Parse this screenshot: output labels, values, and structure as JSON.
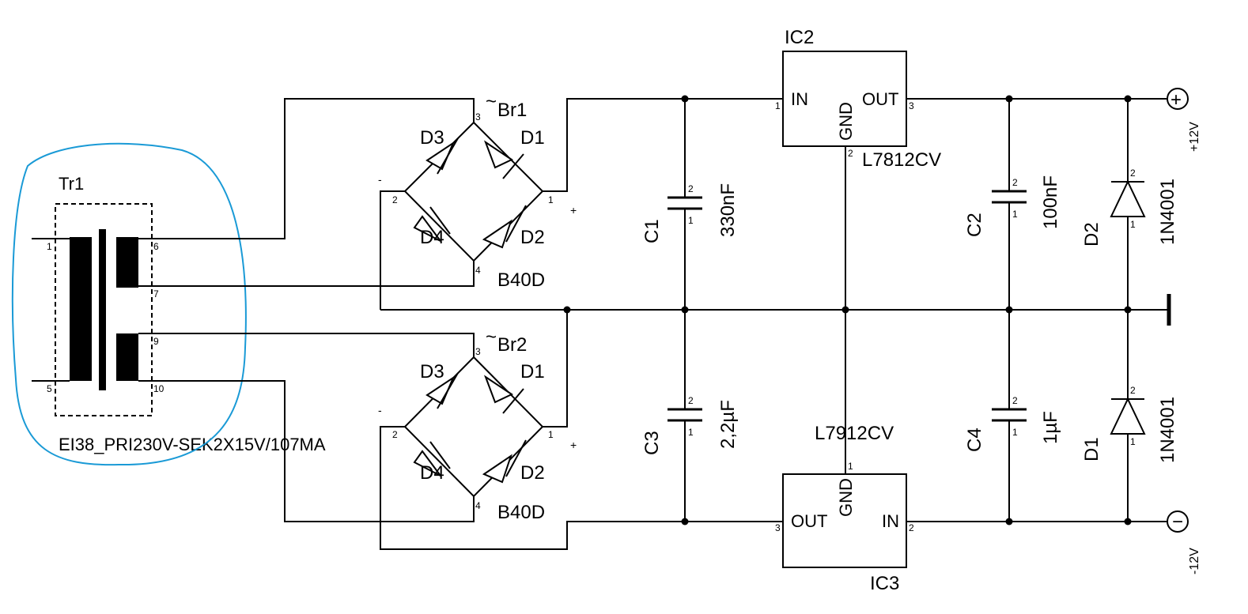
{
  "transformer": {
    "ref": "Tr1",
    "value": "EI38_PRI230V-SEK2X15V/107MA",
    "pins": [
      "1",
      "5",
      "6",
      "7",
      "9",
      "10"
    ]
  },
  "bridges": [
    {
      "ref": "Br1",
      "tilde": "~",
      "value": "B40D",
      "diodes": [
        "D3",
        "D1",
        "D4",
        "D2"
      ],
      "pins": [
        "3",
        "2",
        "1",
        "4"
      ],
      "minus": "-",
      "plus": "+"
    },
    {
      "ref": "Br2",
      "tilde": "~",
      "value": "B40D",
      "diodes": [
        "D3",
        "D1",
        "D4",
        "D2"
      ],
      "pins": [
        "3",
        "2",
        "1",
        "4"
      ],
      "minus": "-",
      "plus": "+"
    }
  ],
  "capacitors": [
    {
      "ref": "C1",
      "value": "330nF",
      "pin_top": "2",
      "pin_bottom": "1"
    },
    {
      "ref": "C3",
      "value": "2,2µF",
      "pin_top": "2",
      "pin_bottom": "1"
    },
    {
      "ref": "C2",
      "value": "100nF",
      "pin_top": "2",
      "pin_bottom": "1"
    },
    {
      "ref": "C4",
      "value": "1µF",
      "pin_top": "2",
      "pin_bottom": "1"
    }
  ],
  "regulators": [
    {
      "ref": "IC2",
      "value": "L7812CV",
      "in": "IN",
      "out": "OUT",
      "gnd": "GND",
      "pin_in": "1",
      "pin_out": "3",
      "pin_gnd": "2"
    },
    {
      "ref": "IC3",
      "value": "L7912CV",
      "in": "IN",
      "out": "OUT",
      "gnd": "GND",
      "pin_in": "2",
      "pin_out": "3",
      "pin_gnd": "1"
    }
  ],
  "output_diodes": [
    {
      "ref": "D2",
      "value": "1N4001",
      "pin_top": "2",
      "pin_bottom": "1"
    },
    {
      "ref": "D1",
      "value": "1N4001",
      "pin_top": "2",
      "pin_bottom": "1"
    }
  ],
  "terminals": {
    "positive": {
      "symbol": "+",
      "label": "+12V"
    },
    "negative": {
      "symbol": "−",
      "label": "-12V"
    }
  },
  "annotation": {
    "color": "#1a9ad6",
    "shape": "hand-drawn outline around Tr1"
  }
}
